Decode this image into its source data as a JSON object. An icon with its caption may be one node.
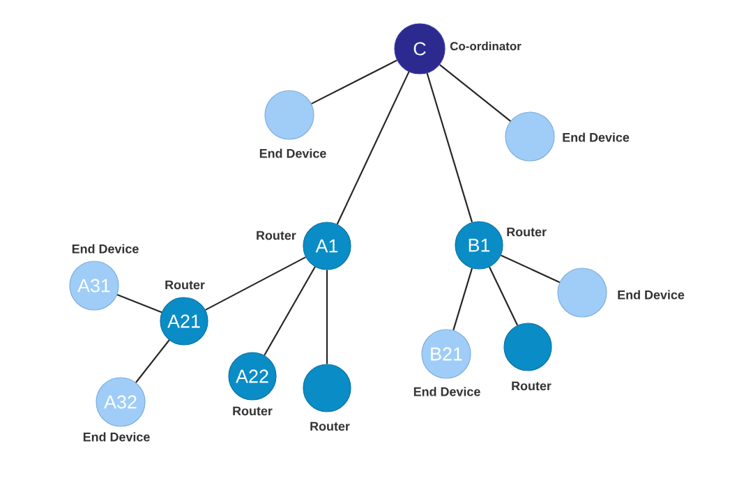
{
  "diagram": {
    "nodes": [
      {
        "text": [
          "C"
        ],
        "beside": [
          "Co-ordinator"
        ]
      },
      {
        "text": [],
        "shape": "circle",
        "beside": [
          "End Device"
        ]
      },
      {
        "text": [],
        "shape": "circle",
        "beside": [
          "End Device"
        ]
      },
      {
        "text": [
          "A1"
        ],
        "beside": [
          "Router"
        ]
      },
      {
        "text": [
          "B1"
        ],
        "beside": [
          "Router"
        ]
      },
      {
        "text": [
          "A31"
        ],
        "beside": [
          "End Device"
        ]
      },
      {
        "text": [
          "A21"
        ],
        "beside": [
          "Router"
        ]
      },
      {
        "text": [
          "A32"
        ],
        "beside": [
          "End Device"
        ]
      },
      {
        "text": [
          "A22"
        ],
        "beside": [
          "Router"
        ]
      },
      {
        "text": [],
        "shape": "circle",
        "beside": [
          "Router"
        ]
      },
      {
        "text": [
          "B21"
        ],
        "beside": [
          "End Device"
        ]
      },
      {
        "text": [],
        "shape": "circle",
        "beside": [
          "Router"
        ]
      },
      {
        "text": [],
        "shape": "circle",
        "beside": [
          "End Device"
        ]
      }
    ],
    "edges": [
      {
        "from": 0,
        "to": 1,
        "arrow": "none"
      },
      {
        "from": 0,
        "to": 2,
        "arrow": "none"
      },
      {
        "from": 0,
        "to": 3,
        "arrow": "none"
      },
      {
        "from": 0,
        "to": 4,
        "arrow": "none"
      },
      {
        "from": 3,
        "to": 6,
        "arrow": "none"
      },
      {
        "from": 3,
        "to": 8,
        "arrow": "none"
      },
      {
        "from": 3,
        "to": 9,
        "arrow": "none"
      },
      {
        "from": 6,
        "to": 5,
        "arrow": "none"
      },
      {
        "from": 6,
        "to": 7,
        "arrow": "none"
      },
      {
        "from": 4,
        "to": 10,
        "arrow": "none"
      },
      {
        "from": 4,
        "to": 11,
        "arrow": "none"
      },
      {
        "from": 4,
        "to": 12,
        "arrow": "none"
      }
    ]
  }
}
